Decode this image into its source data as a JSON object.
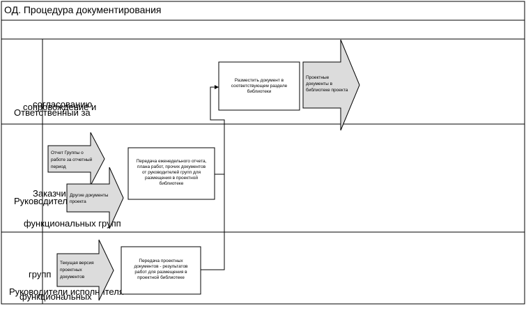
{
  "title": "ОД. Процедура документирования",
  "lanes": [
    {
      "label_lines": [
        "согласованию",
        "сопровождение и",
        "Ответственный за"
      ]
    },
    {
      "label_lines": [
        "Заказчика",
        "Руководители",
        "функциональных групп"
      ]
    },
    {
      "label_lines": [
        "групп",
        "Руководители исполнителя",
        "функциональных"
      ]
    }
  ],
  "boxes": {
    "place_doc": [
      "Разместить документ в",
      "соответствующем разделе",
      "библиотеки"
    ],
    "transfer_weekly": [
      "Передача еженедельного отчета,",
      "плана работ, прочих документов",
      "от руководителей групп для",
      "размещения в проектной",
      "библиотеке"
    ],
    "transfer_project": [
      "Передача проектных",
      "документов - результатов",
      "работ  для размещения в",
      "проектной библиотеке"
    ]
  },
  "docs": {
    "project_docs": [
      "Проектные",
      "документы в",
      "библиотеке проекта"
    ],
    "group_report": [
      "Отчет Группы о",
      "работе за отчетный",
      "период"
    ],
    "other_docs": [
      "Другие документы",
      "проекта"
    ],
    "current_version": [
      "Текущая версия",
      "проектных",
      "документов"
    ]
  },
  "colors": {
    "line": "#000000",
    "arrow_fill": "#dcdcdc",
    "box_fill": "#ffffff"
  }
}
